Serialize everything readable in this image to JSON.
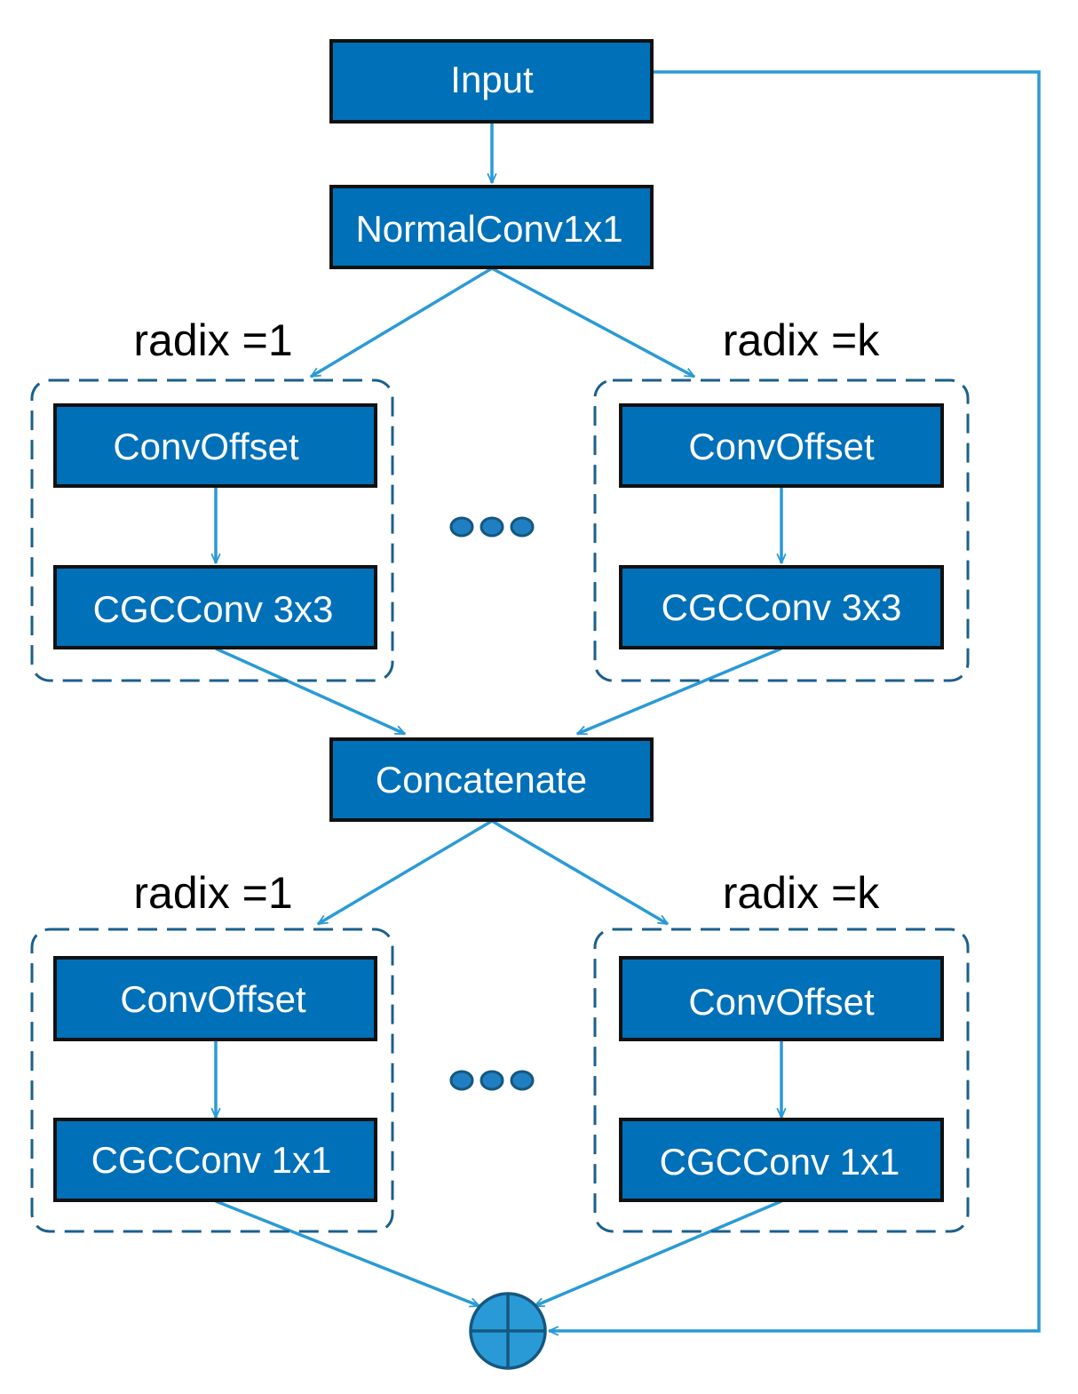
{
  "diagram": {
    "input": "Input",
    "normal_conv": "NormalConv1x1",
    "concatenate": "Concatenate",
    "stage1": {
      "left_radix": "radix =1",
      "right_radix": "radix =k",
      "left_offset": "ConvOffset",
      "left_conv": "CGCConv 3x3",
      "right_offset": "ConvOffset",
      "right_conv": "CGCConv 3x3"
    },
    "stage2": {
      "left_radix": "radix =1",
      "right_radix": "radix =k",
      "left_offset": "ConvOffset",
      "left_conv": "CGCConv 1x1",
      "right_offset": "ConvOffset",
      "right_conv": "CGCConv 1x1"
    }
  },
  "colors": {
    "node_fill": "#0070b8",
    "node_border": "#111111",
    "edge": "#2a9ad6",
    "group_border": "#1b5f8c"
  }
}
